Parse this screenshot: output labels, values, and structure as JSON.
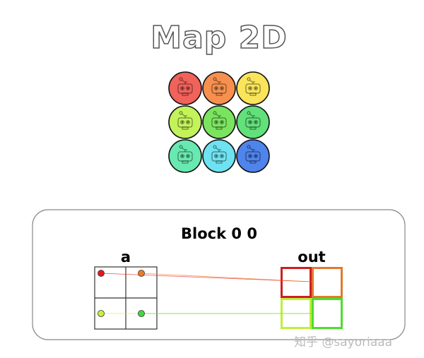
{
  "title": "Map 2D",
  "robot_grid": {
    "rows": 3,
    "cols": 3,
    "cells": [
      {
        "row": 0,
        "col": 0,
        "color": "#f0625a",
        "icon": "robot-icon"
      },
      {
        "row": 0,
        "col": 1,
        "color": "#f7904e",
        "icon": "robot-icon"
      },
      {
        "row": 0,
        "col": 2,
        "color": "#f9e45a",
        "icon": "robot-icon"
      },
      {
        "row": 1,
        "col": 0,
        "color": "#c3f25a",
        "icon": "robot-icon"
      },
      {
        "row": 1,
        "col": 1,
        "color": "#7be45f",
        "icon": "robot-icon"
      },
      {
        "row": 1,
        "col": 2,
        "color": "#62e07a",
        "icon": "robot-icon"
      },
      {
        "row": 2,
        "col": 0,
        "color": "#68e9b1",
        "icon": "robot-icon"
      },
      {
        "row": 2,
        "col": 1,
        "color": "#6ee2f0",
        "icon": "robot-icon"
      },
      {
        "row": 2,
        "col": 2,
        "color": "#4f84ec",
        "icon": "robot-icon"
      }
    ]
  },
  "block": {
    "title": "Block 0 0",
    "input_label": "a",
    "output_label": "out",
    "input_points": [
      {
        "row": 0,
        "col": 0,
        "color": "#e8191b"
      },
      {
        "row": 0,
        "col": 1,
        "color": "#ee7a25"
      },
      {
        "row": 1,
        "col": 0,
        "color": "#c6f235"
      },
      {
        "row": 1,
        "col": 1,
        "color": "#3fd93a"
      }
    ],
    "output_cells": [
      {
        "row": 0,
        "col": 0,
        "color": "#cc2020"
      },
      {
        "row": 0,
        "col": 1,
        "color": "#e07a2e"
      },
      {
        "row": 1,
        "col": 0,
        "color": "#bfef3a"
      },
      {
        "row": 1,
        "col": 1,
        "color": "#4fdc2e"
      }
    ]
  },
  "watermark": "知乎 @sayoriaaa"
}
